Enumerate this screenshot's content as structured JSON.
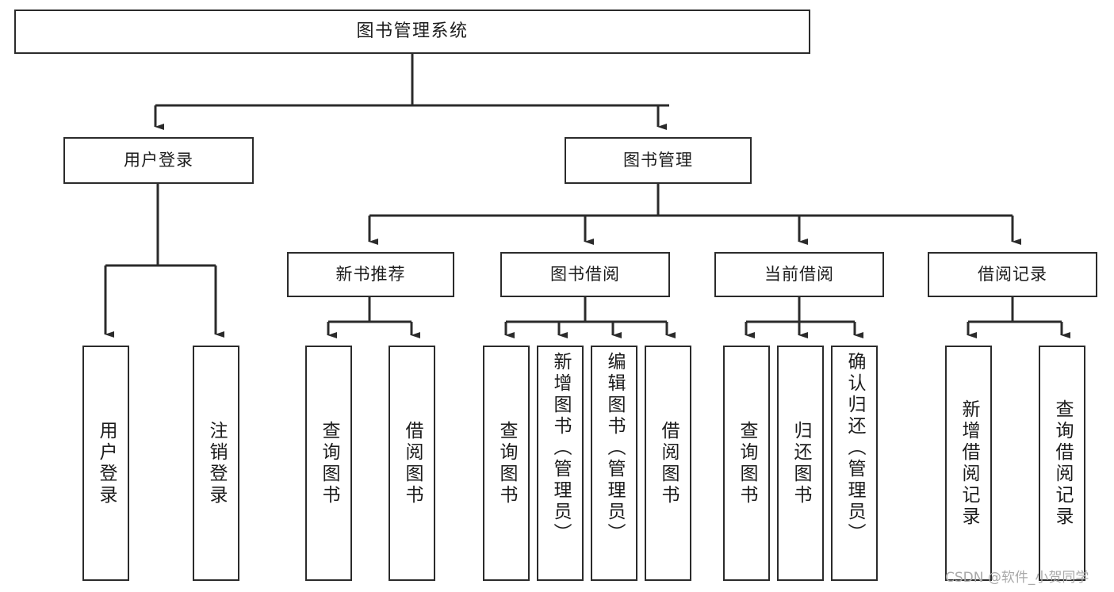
{
  "diagram": {
    "title": "图书管理系统",
    "watermark": "CSDN @软件_小贺同学",
    "levels": {
      "root": {
        "label": "图书管理系统"
      },
      "level1": [
        {
          "label": "用户登录"
        },
        {
          "label": "图书管理"
        }
      ],
      "level2": [
        {
          "label": "新书推荐"
        },
        {
          "label": "图书借阅"
        },
        {
          "label": "当前借阅"
        },
        {
          "label": "借阅记录"
        }
      ],
      "leaves": [
        {
          "label": "用户登录"
        },
        {
          "label": "注销登录"
        },
        {
          "label": "查询图书"
        },
        {
          "label": "借阅图书"
        },
        {
          "label": "查询图书"
        },
        {
          "label": "新增图书（管理员）"
        },
        {
          "label": "编辑图书（管理员）"
        },
        {
          "label": "借阅图书"
        },
        {
          "label": "查询图书"
        },
        {
          "label": "归还图书"
        },
        {
          "label": "确认归还（管理员）"
        },
        {
          "label": "新增借阅记录"
        },
        {
          "label": "查询借阅记录"
        }
      ]
    },
    "colors": {
      "stroke": "#2b2b2b",
      "fill": "#ffffff",
      "text": "#1c1c1c",
      "watermark": "#a9a9a9"
    }
  }
}
